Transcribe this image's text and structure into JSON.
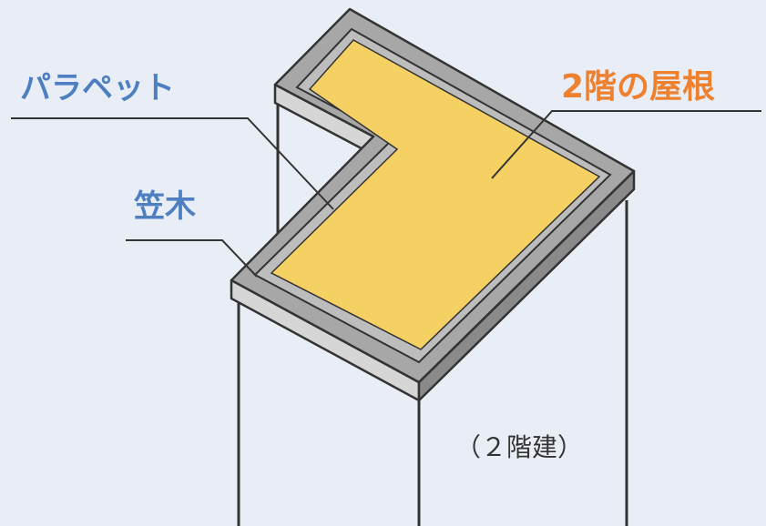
{
  "labels": {
    "parapet": "パラペット",
    "kasagi": "笠木",
    "roof": "2階の屋根",
    "stories": "（２階建）"
  },
  "colors": {
    "background": "#e9eef6",
    "roof_fill": "#f5d063",
    "parapet_top": "#a7a7a7",
    "parapet_front": "#d6d6d6",
    "parapet_side": "#8a8a8a",
    "outline": "#333333",
    "label_blue": "#4d7fc1",
    "label_orange": "#ee8130"
  }
}
